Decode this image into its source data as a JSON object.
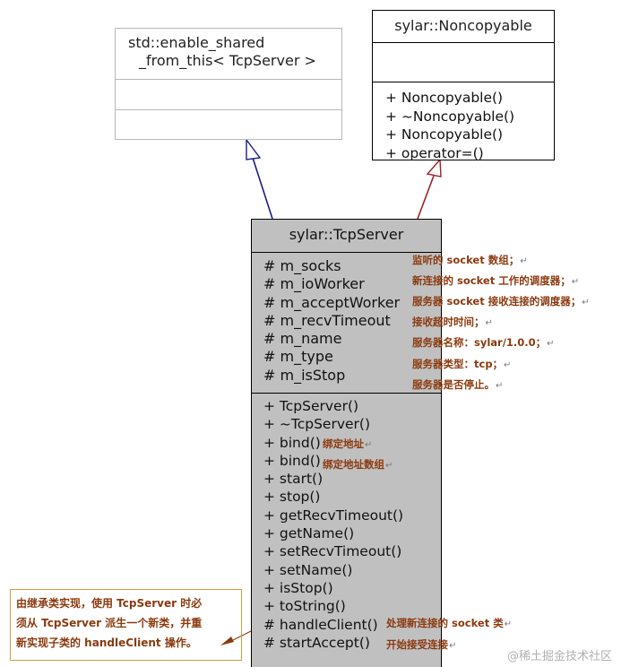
{
  "enable_shared_box": {
    "title_line1": "std::enable_shared",
    "title_line2": "_from_this< TcpServer >"
  },
  "noncopyable_box": {
    "title": "sylar::Noncopyable",
    "methods": [
      "+ Noncopyable()",
      "+ ~Noncopyable()",
      "+ Noncopyable()",
      "+ operator=()"
    ]
  },
  "tcpserver_box": {
    "title": "sylar::TcpServer",
    "attributes": [
      "# m_socks",
      "# m_ioWorker",
      "# m_acceptWorker",
      "# m_recvTimeout",
      "# m_name",
      "# m_type",
      "# m_isStop"
    ],
    "methods": [
      "+ TcpServer()",
      "+ ~TcpServer()",
      "+ bind()",
      "+ bind()",
      "+ start()",
      "+ stop()",
      "+ getRecvTimeout()",
      "+ getName()",
      "+ setRecvTimeout()",
      "+ setName()",
      "+ isStop()",
      "+ toString()",
      "# handleClient()",
      "# startAccept()"
    ]
  },
  "annotations": {
    "attributes": [
      "监听的 socket 数组；",
      "新连接的 socket 工作的调度器；",
      "服务器 socket 接收连接的调度器；",
      "接收超时时间；",
      "服务器名称：sylar/1.0.0；",
      "服务器类型：tcp；",
      "服务器是否停止。"
    ],
    "bind1": "绑定地址",
    "bind2": "绑定地址数组",
    "handle_client": "处理新连接的 socket 类",
    "start_accept": "开始接受连接",
    "return_mark": "↵"
  },
  "note": {
    "lines": [
      "由继承类实现，使用 TcpServer 时必",
      "须从 TcpServer 派生一个新类，并重",
      "新实现子类的 handleClient 操作。"
    ]
  },
  "watermark": "@稀土掘金技术社区",
  "colors": {
    "tcp_fill": "#c0c0c0",
    "annotation": "#8b3a0f",
    "arrow_blue": "#1b1b8a",
    "arrow_red": "#9b2226"
  }
}
